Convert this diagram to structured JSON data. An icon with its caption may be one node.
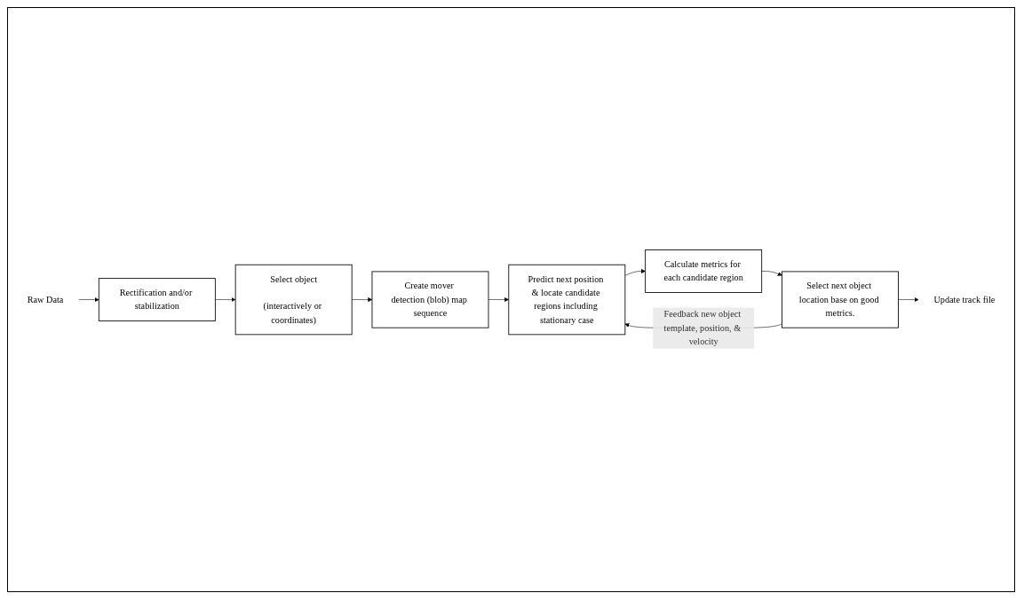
{
  "diagram": {
    "nodes": [
      {
        "text": [
          "Raw Data"
        ]
      },
      {
        "text": [
          "Rectification and/or stabilization"
        ]
      },
      {
        "text": [
          "Select object",
          "(interactively or coordinates)"
        ]
      },
      {
        "text": [
          "Create mover detection (blob) map sequence"
        ]
      },
      {
        "text": [
          "Predict next position & locate candidate regions including stationary case"
        ]
      },
      {
        "text": [
          "Calculate metrics for each candidate region"
        ]
      },
      {
        "text": [
          "Select next object location base on good metrics."
        ]
      },
      {
        "text": [
          "Update track file"
        ]
      }
    ],
    "edges": [
      {
        "from": 0,
        "to": 1,
        "arrow": "to"
      },
      {
        "from": 1,
        "to": 2,
        "arrow": "to"
      },
      {
        "from": 2,
        "to": 3,
        "arrow": "to"
      },
      {
        "from": 3,
        "to": 4,
        "arrow": "to"
      },
      {
        "from": 4,
        "to": 5,
        "arrow": "to"
      },
      {
        "from": 5,
        "to": 6,
        "arrow": "to"
      },
      {
        "from": 6,
        "to": 7,
        "arrow": "to"
      },
      {
        "from": 6,
        "to": 4,
        "arrow": "to",
        "label": "Feedback new object template, position, & velocity"
      }
    ]
  }
}
